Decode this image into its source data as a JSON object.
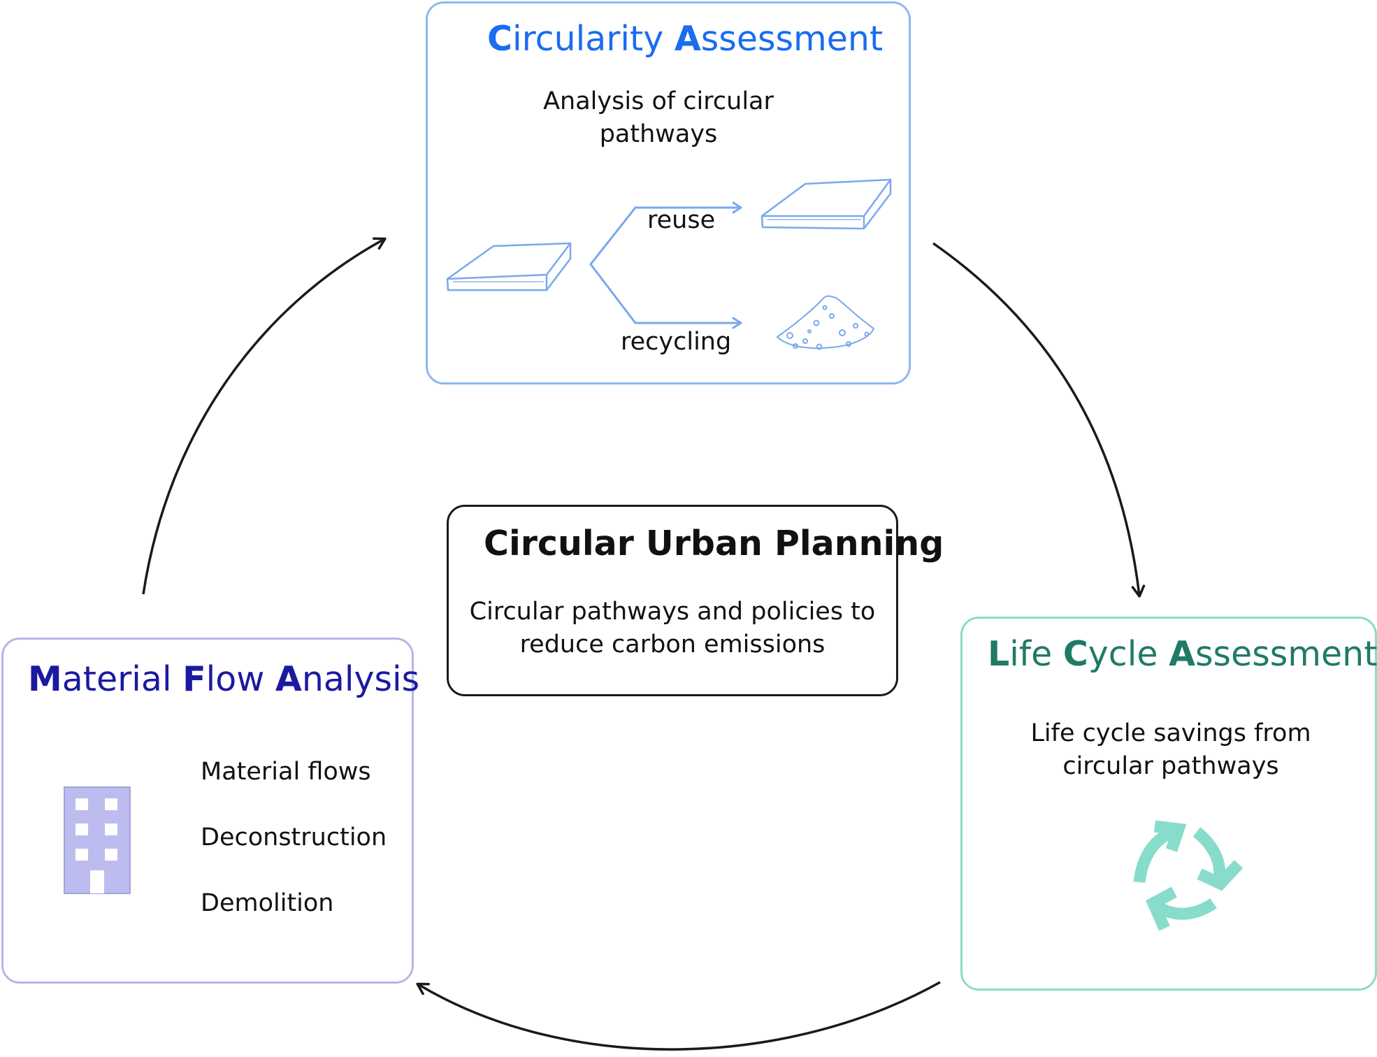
{
  "colors": {
    "ca_blue": "#1a6cf0",
    "ca_border": "#8db8f2",
    "lca_green": "#1f7a66",
    "lca_border": "#88dccb",
    "mfa_navy": "#1a1aa0",
    "mfa_border": "#b6b6e6",
    "building_fill": "#bcbcee",
    "recycle_icon": "#88dccb",
    "arrow": "#1a1a1a"
  },
  "circularity": {
    "title_p1_bold": "C",
    "title_p2": "ircularity ",
    "title_p3_bold": "A",
    "title_p4": "ssessment",
    "desc_line1": "Analysis of circular",
    "desc_line2": "pathways",
    "reuse": "reuse",
    "recycling": "recycling"
  },
  "center": {
    "title": "Circular Urban Planning",
    "desc_line1": "Circular pathways and policies to",
    "desc_line2": "reduce carbon emissions"
  },
  "lca": {
    "title_p1_bold": "L",
    "title_p2": "ife ",
    "title_p3_bold": "C",
    "title_p4": "ycle ",
    "title_p5_bold": "A",
    "title_p6": "ssessment",
    "desc_line1": "Life cycle savings from",
    "desc_line2": "circular pathways"
  },
  "mfa": {
    "title_p1_bold": "M",
    "title_p2": "aterial ",
    "title_p3_bold": "F",
    "title_p4": "low ",
    "title_p5_bold": "A",
    "title_p6": "nalysis",
    "items": [
      "Material flows",
      "Deconstruction",
      "Demolition"
    ]
  },
  "icons": {
    "slab": "concrete-slab-icon",
    "rubble": "rubble-pile-icon",
    "building": "building-icon",
    "recycle": "recycle-icon"
  }
}
